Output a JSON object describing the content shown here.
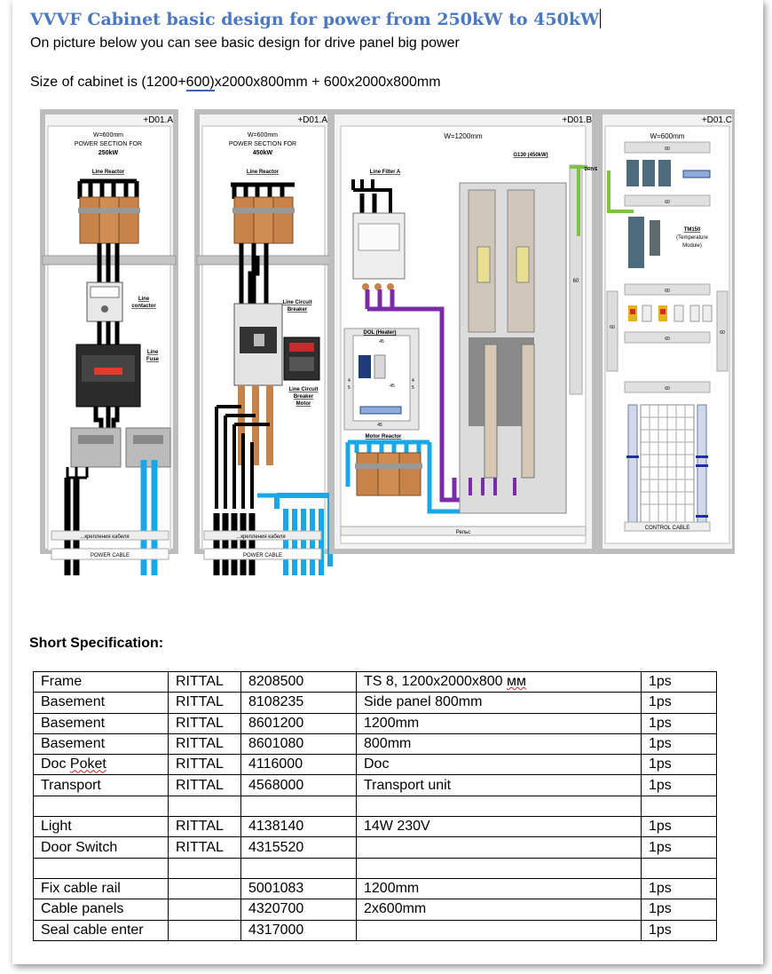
{
  "document": {
    "title": "VVVF Cabinet basic design for power from 250kW to 450kW",
    "subtitle": "On picture below you can see basic design for drive panel big power",
    "size_prefix": "Size of cabinet is (1200+",
    "size_underlined": "600)",
    "size_suffix": "x2000x800mm + 600x2000x800mm",
    "spec_heading": "Short Specification:"
  },
  "diagram": {
    "panel1": {
      "id": "+D01.A",
      "width": "W=600mm",
      "section": "POWER SECTION FOR",
      "power": "250kW",
      "line_reactor": "Line Reactor",
      "line_contactor_1": "Line",
      "line_contactor_2": "contactor",
      "line_fuse_1": "Line",
      "line_fuse_2": "Fuse",
      "rail_text": "...крепления кабеля",
      "cable_text": "POWER CABLE"
    },
    "panel2": {
      "id": "+D01.A",
      "width": "W=600mm",
      "section": "POWER SECTION FOR",
      "power": "450kW",
      "line_reactor": "Line Reactor",
      "lcb_1": "Line Circuit",
      "lcb_2": "Breaker",
      "lcbm_1": "Line Circuit",
      "lcbm_2": "Breaker",
      "lcbm_3": "Motor",
      "rail_text": "...крепления кабеля",
      "cable_text": "POWER CABLE"
    },
    "panel3": {
      "id": "+D01.B",
      "width": "W=1200mm",
      "drive": "G130 (450kW)",
      "line_filter": "Line Filter A",
      "dol": "DOL (Heater)",
      "dim_45": "45",
      "dim_4": "4",
      "dim_5": "5",
      "motor_reactor": "Motor Reactor",
      "rail_text": "Рельс",
      "dim_60": "60",
      "drive_cliq": "DRIVE CliQ"
    },
    "panel4": {
      "id": "+D01.C",
      "width": "W=600mm",
      "dim_60": "60",
      "tm150": "TM150",
      "tm150_desc_1": "(Temperature",
      "tm150_desc_2": "Module)",
      "control_cable": "CONTROL CABLE"
    },
    "colors": {
      "cable_black": "#000000",
      "cable_blue": "#1aa7e8",
      "cable_purple": "#7b2aa8",
      "cable_green": "#7cc243",
      "copper": "#c8834a"
    }
  },
  "specification": {
    "rows": [
      [
        "Frame",
        "RITTAL",
        "8208500",
        "TS 8, 1200x2000x800 мм",
        "1ps"
      ],
      [
        "Basement",
        "RITTAL",
        "8108235",
        "Side panel 800mm",
        "1ps"
      ],
      [
        "Basement",
        "RITTAL",
        "8601200",
        "1200mm",
        "1ps"
      ],
      [
        "Basement",
        "RITTAL",
        "8601080",
        "800mm",
        "1ps"
      ],
      [
        "Doc Poket",
        "RITTAL",
        "4116000",
        "Doc",
        "1ps"
      ],
      [
        "Transport",
        "RITTAL",
        "4568000",
        "Transport unit",
        "1ps"
      ],
      [
        "",
        "",
        "",
        "",
        ""
      ],
      [
        "Light",
        "RITTAL",
        "4138140",
        "14W 230V",
        "1ps"
      ],
      [
        "Door Switch",
        "RITTAL",
        "4315520",
        "",
        "1ps"
      ],
      [
        "",
        "",
        "",
        "",
        ""
      ],
      [
        "Fix cable rail",
        "",
        "5001083",
        "1200mm",
        "1ps"
      ],
      [
        "Cable panels",
        "",
        "4320700",
        "2x600mm",
        "1ps"
      ],
      [
        "Seal cable enter",
        "",
        "4317000",
        "",
        "1ps"
      ]
    ]
  }
}
